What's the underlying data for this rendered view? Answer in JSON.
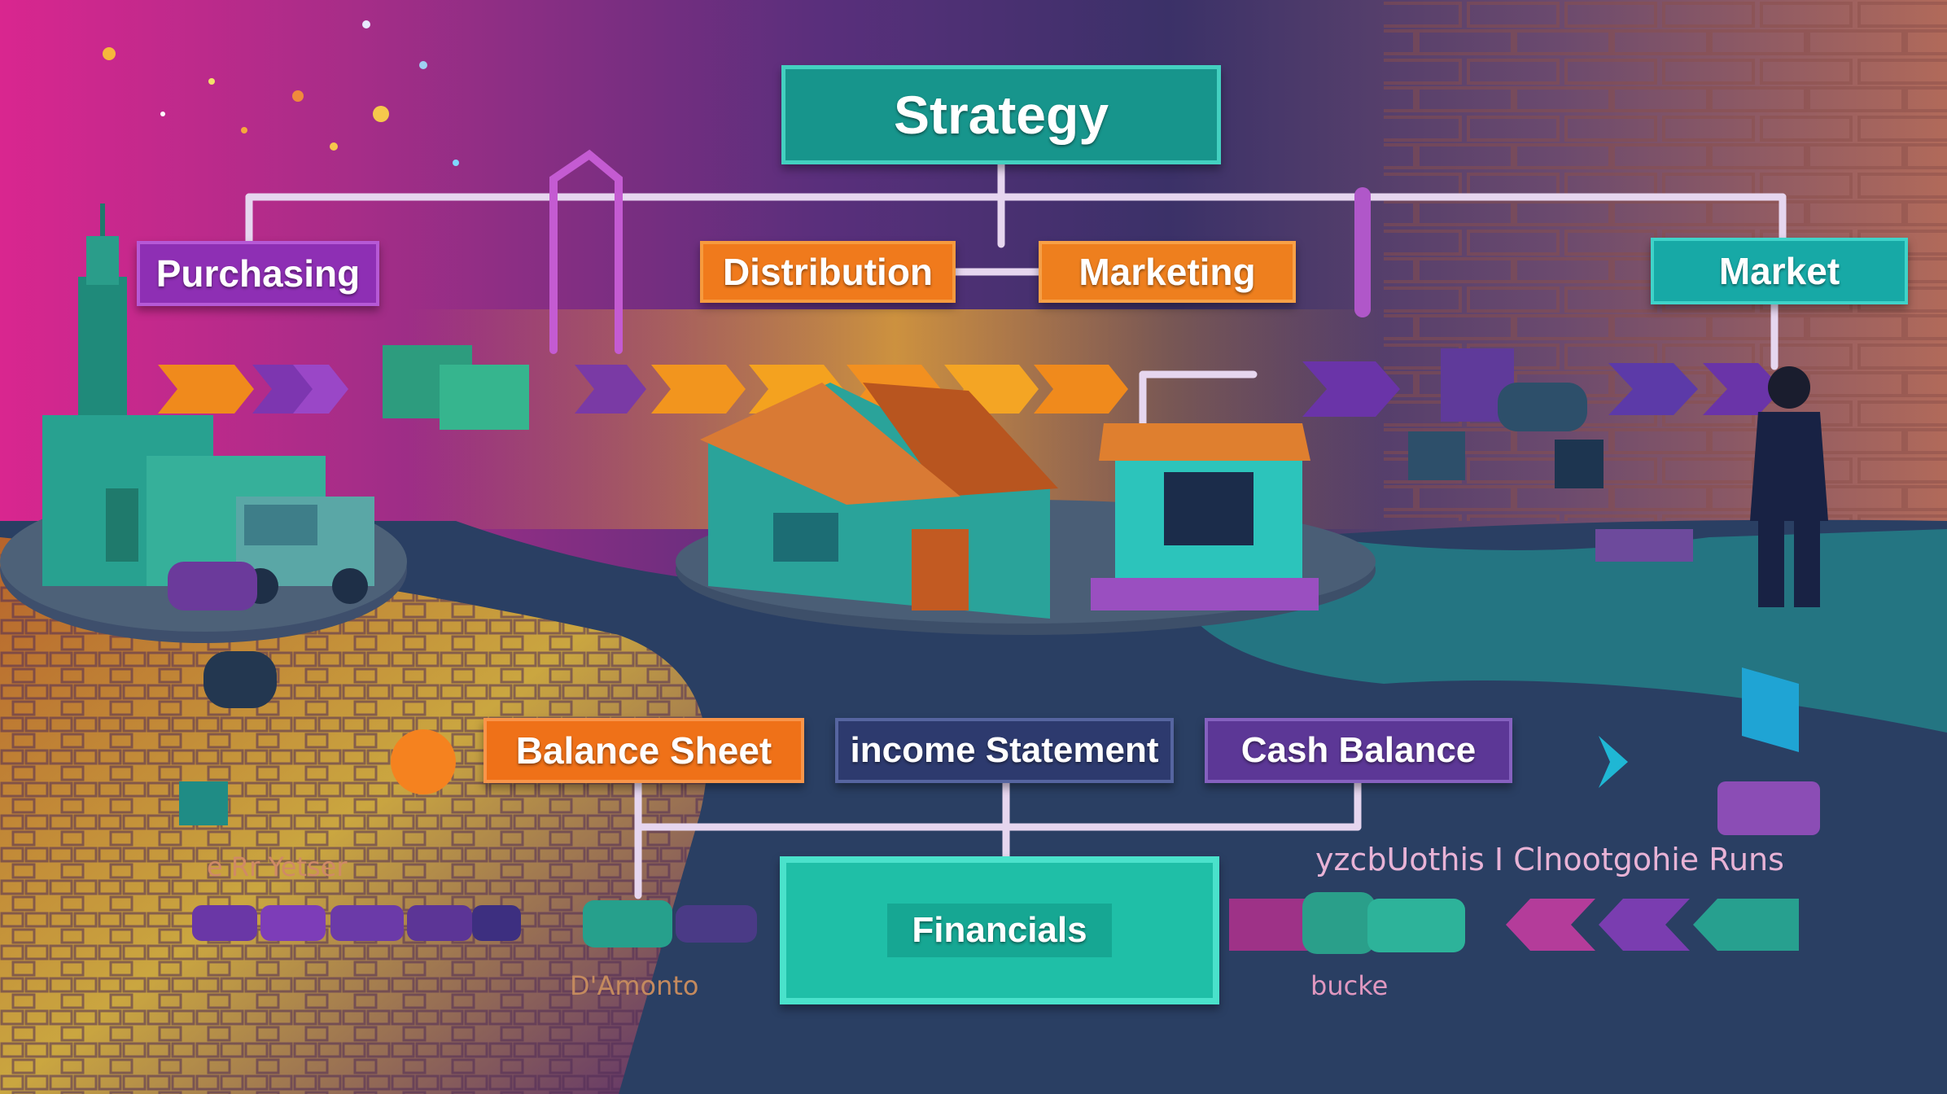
{
  "labels": {
    "strategy": "Strategy",
    "purchasing": "Purchasing",
    "distribution": "Distribution",
    "marketing": "Marketing",
    "market": "Market",
    "balance_sheet": "Balance Sheet",
    "income_statement": "income Statement",
    "cash_balance": "Cash Balance",
    "financials": "Financials"
  },
  "scribbles": {
    "right_caption": "yzcbUothis I Clnootgohie Runs",
    "left_caption": "e Rr Yetser",
    "lower_left_caption": "D'Amonto",
    "lower_right_caption": "bucke"
  },
  "colors": {
    "teal": "#17958c",
    "purple": "#8e2fb4",
    "orange": "#f07a1c",
    "navy": "#2d3a6e",
    "connector": "#e6d6ef"
  }
}
